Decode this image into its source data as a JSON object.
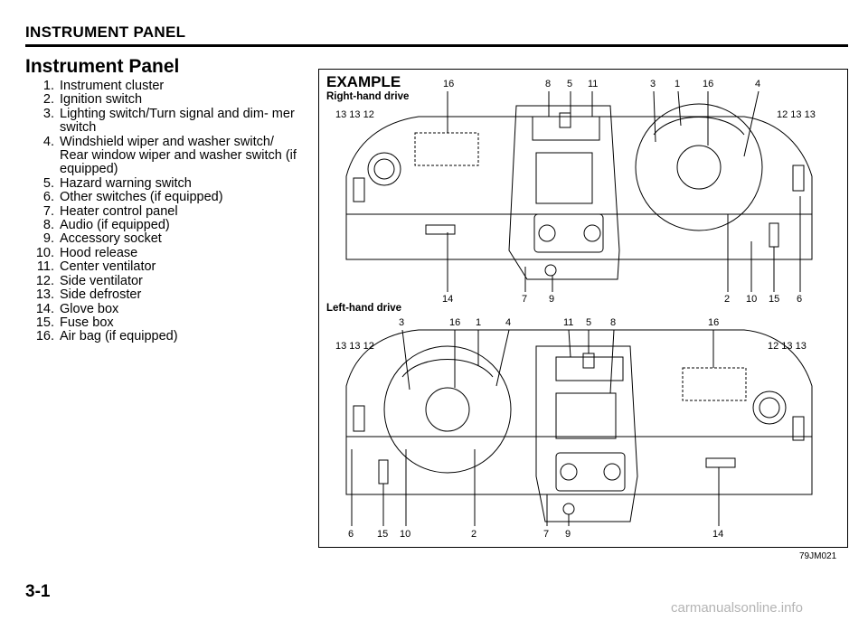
{
  "header": {
    "title": "INSTRUMENT PANEL"
  },
  "section": {
    "title": "Instrument Panel",
    "items": [
      {
        "num": "1.",
        "text": "Instrument cluster"
      },
      {
        "num": "2.",
        "text": "Ignition switch"
      },
      {
        "num": "3.",
        "text": "Lighting switch/Turn signal and dim- mer switch"
      },
      {
        "num": "4.",
        "text": "Windshield wiper and washer switch/ Rear window wiper and washer switch (if equipped)"
      },
      {
        "num": "5.",
        "text": "Hazard warning switch"
      },
      {
        "num": "6.",
        "text": "Other switches (if equipped)"
      },
      {
        "num": "7.",
        "text": "Heater control panel"
      },
      {
        "num": "8.",
        "text": "Audio (if equipped)"
      },
      {
        "num": "9.",
        "text": "Accessory socket"
      },
      {
        "num": "10.",
        "text": "Hood release"
      },
      {
        "num": "11.",
        "text": "Center ventilator"
      },
      {
        "num": "12.",
        "text": "Side ventilator"
      },
      {
        "num": "13.",
        "text": "Side defroster"
      },
      {
        "num": "14.",
        "text": "Glove box"
      },
      {
        "num": "15.",
        "text": "Fuse box"
      },
      {
        "num": "16.",
        "text": "Air bag (if equipped)"
      }
    ]
  },
  "figure": {
    "example": "EXAMPLE",
    "rhd_label": "Right-hand drive",
    "lhd_label": "Left-hand drive",
    "code": "79JM021",
    "rhd_top_callouts": [
      "16",
      "8",
      "5",
      "11",
      "3",
      "1",
      "16",
      "4"
    ],
    "rhd_side_left": "13 13 12",
    "rhd_side_right": "12 13 13",
    "rhd_bottom_callouts": [
      "14",
      "7",
      "9",
      "2",
      "10",
      "15",
      "6"
    ],
    "lhd_top_callouts": [
      "3",
      "16",
      "1",
      "4",
      "11",
      "5",
      "8",
      "16"
    ],
    "lhd_side_left": "13 13 12",
    "lhd_side_right": "12 13 13",
    "lhd_bottom_callouts": [
      "6",
      "15",
      "10",
      "2",
      "7",
      "9",
      "14"
    ]
  },
  "footer": {
    "page": "3-1",
    "watermark": "carmanualsonline.info"
  }
}
